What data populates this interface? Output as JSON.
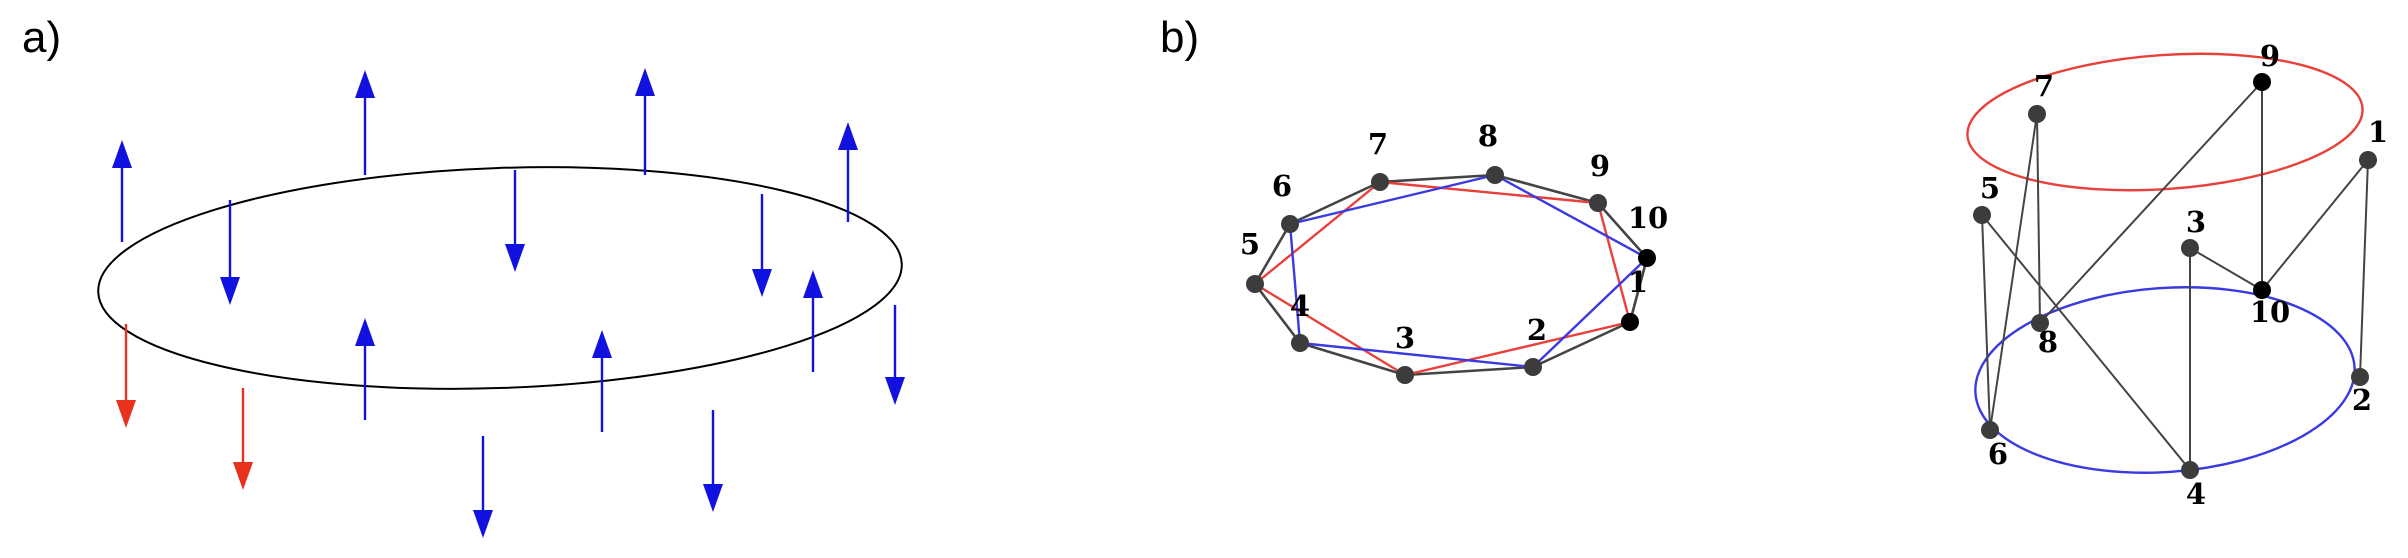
{
  "panels": {
    "a": "a)",
    "b": "b)"
  },
  "colors": {
    "up_arrow": "#1212e0",
    "down_arrow": "#1212e0",
    "red_arrow": "#e8321e",
    "red_curve": "#e8403a",
    "blue_curve": "#3a3ae0",
    "gray_edge": "#444444",
    "node": "#333333"
  },
  "ring_nodes": [
    "1",
    "2",
    "3",
    "4",
    "5",
    "6",
    "7",
    "8",
    "9",
    "10"
  ],
  "cylinder_nodes": [
    "1",
    "2",
    "3",
    "4",
    "5",
    "6",
    "7",
    "8",
    "9",
    "10"
  ]
}
